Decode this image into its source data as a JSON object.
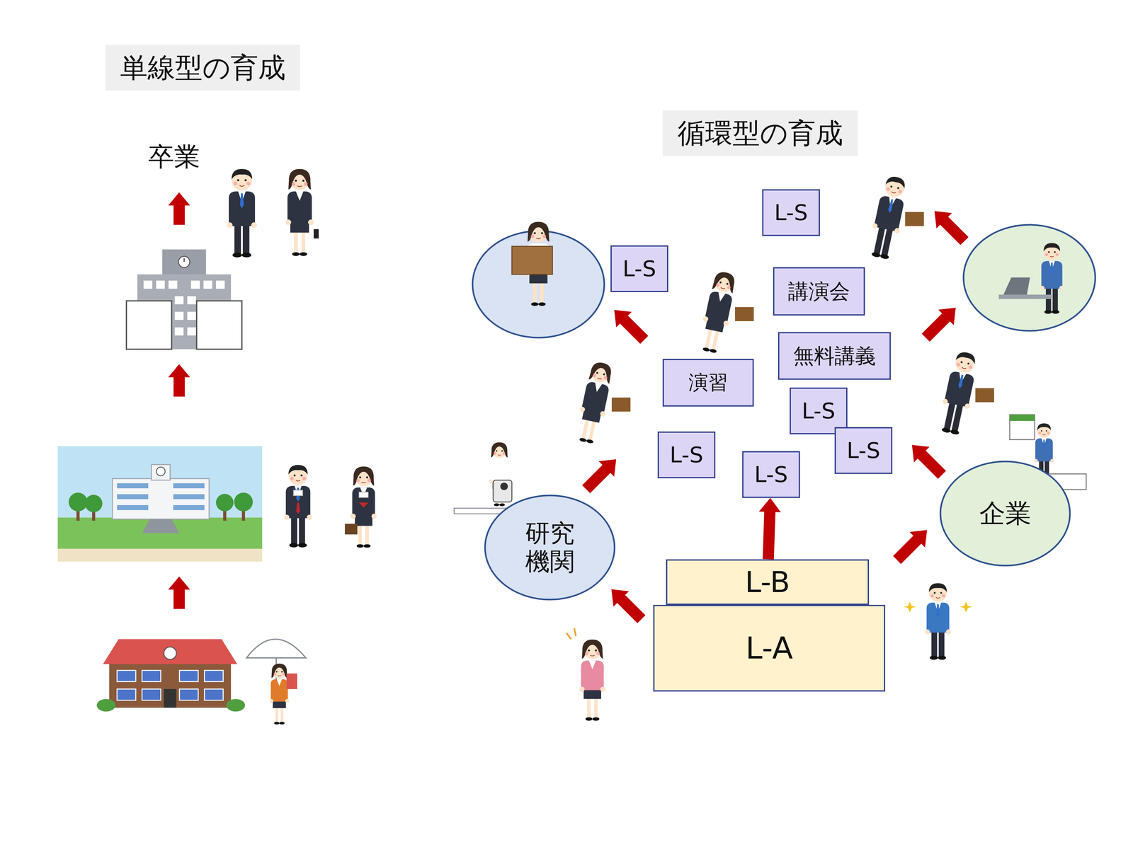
{
  "diagram": {
    "nodes": [
      {
        "text": [
          "単線型の育成"
        ]
      },
      {
        "text": [
          "循環型の育成"
        ]
      },
      {
        "text": [
          "L-S"
        ]
      },
      {
        "text": [
          "L-S"
        ]
      },
      {
        "text": [
          "講演会"
        ]
      },
      {
        "text": [
          "無料講義"
        ]
      },
      {
        "text": [
          "演習"
        ]
      },
      {
        "text": [
          "L-S"
        ]
      },
      {
        "text": [
          "L-S"
        ]
      },
      {
        "text": [
          "L-S"
        ]
      },
      {
        "text": [
          "L-S"
        ]
      },
      {
        "text": [
          "研究 機関"
        ]
      },
      {
        "text": [
          "企業"
        ]
      },
      {
        "text": [
          "L-B"
        ]
      },
      {
        "text": [
          "L-A"
        ]
      }
    ],
    "edges": [
      {
        "from": 13,
        "to": 10,
        "arrow": "to"
      }
    ],
    "labels": [
      "卒業"
    ]
  }
}
